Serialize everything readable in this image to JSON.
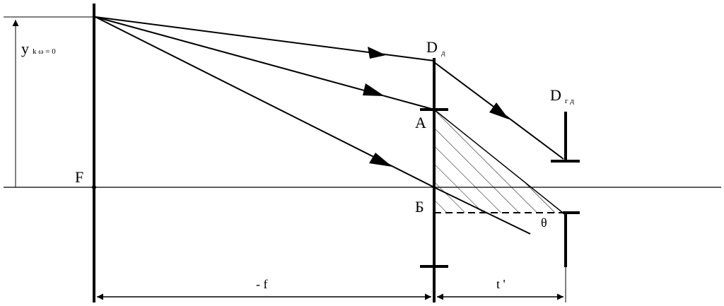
{
  "labels": {
    "y_axis": "y",
    "y_axis_sub": "k ω = 0",
    "F": "F",
    "D1": "D",
    "D1_sub": "д",
    "D2": "D",
    "D2_sub": "г д",
    "A": "A",
    "B": "Б",
    "theta": "θ",
    "f": "- f",
    "t": "t '"
  },
  "colors": {
    "stroke": "#000000",
    "background": "#ffffff"
  }
}
